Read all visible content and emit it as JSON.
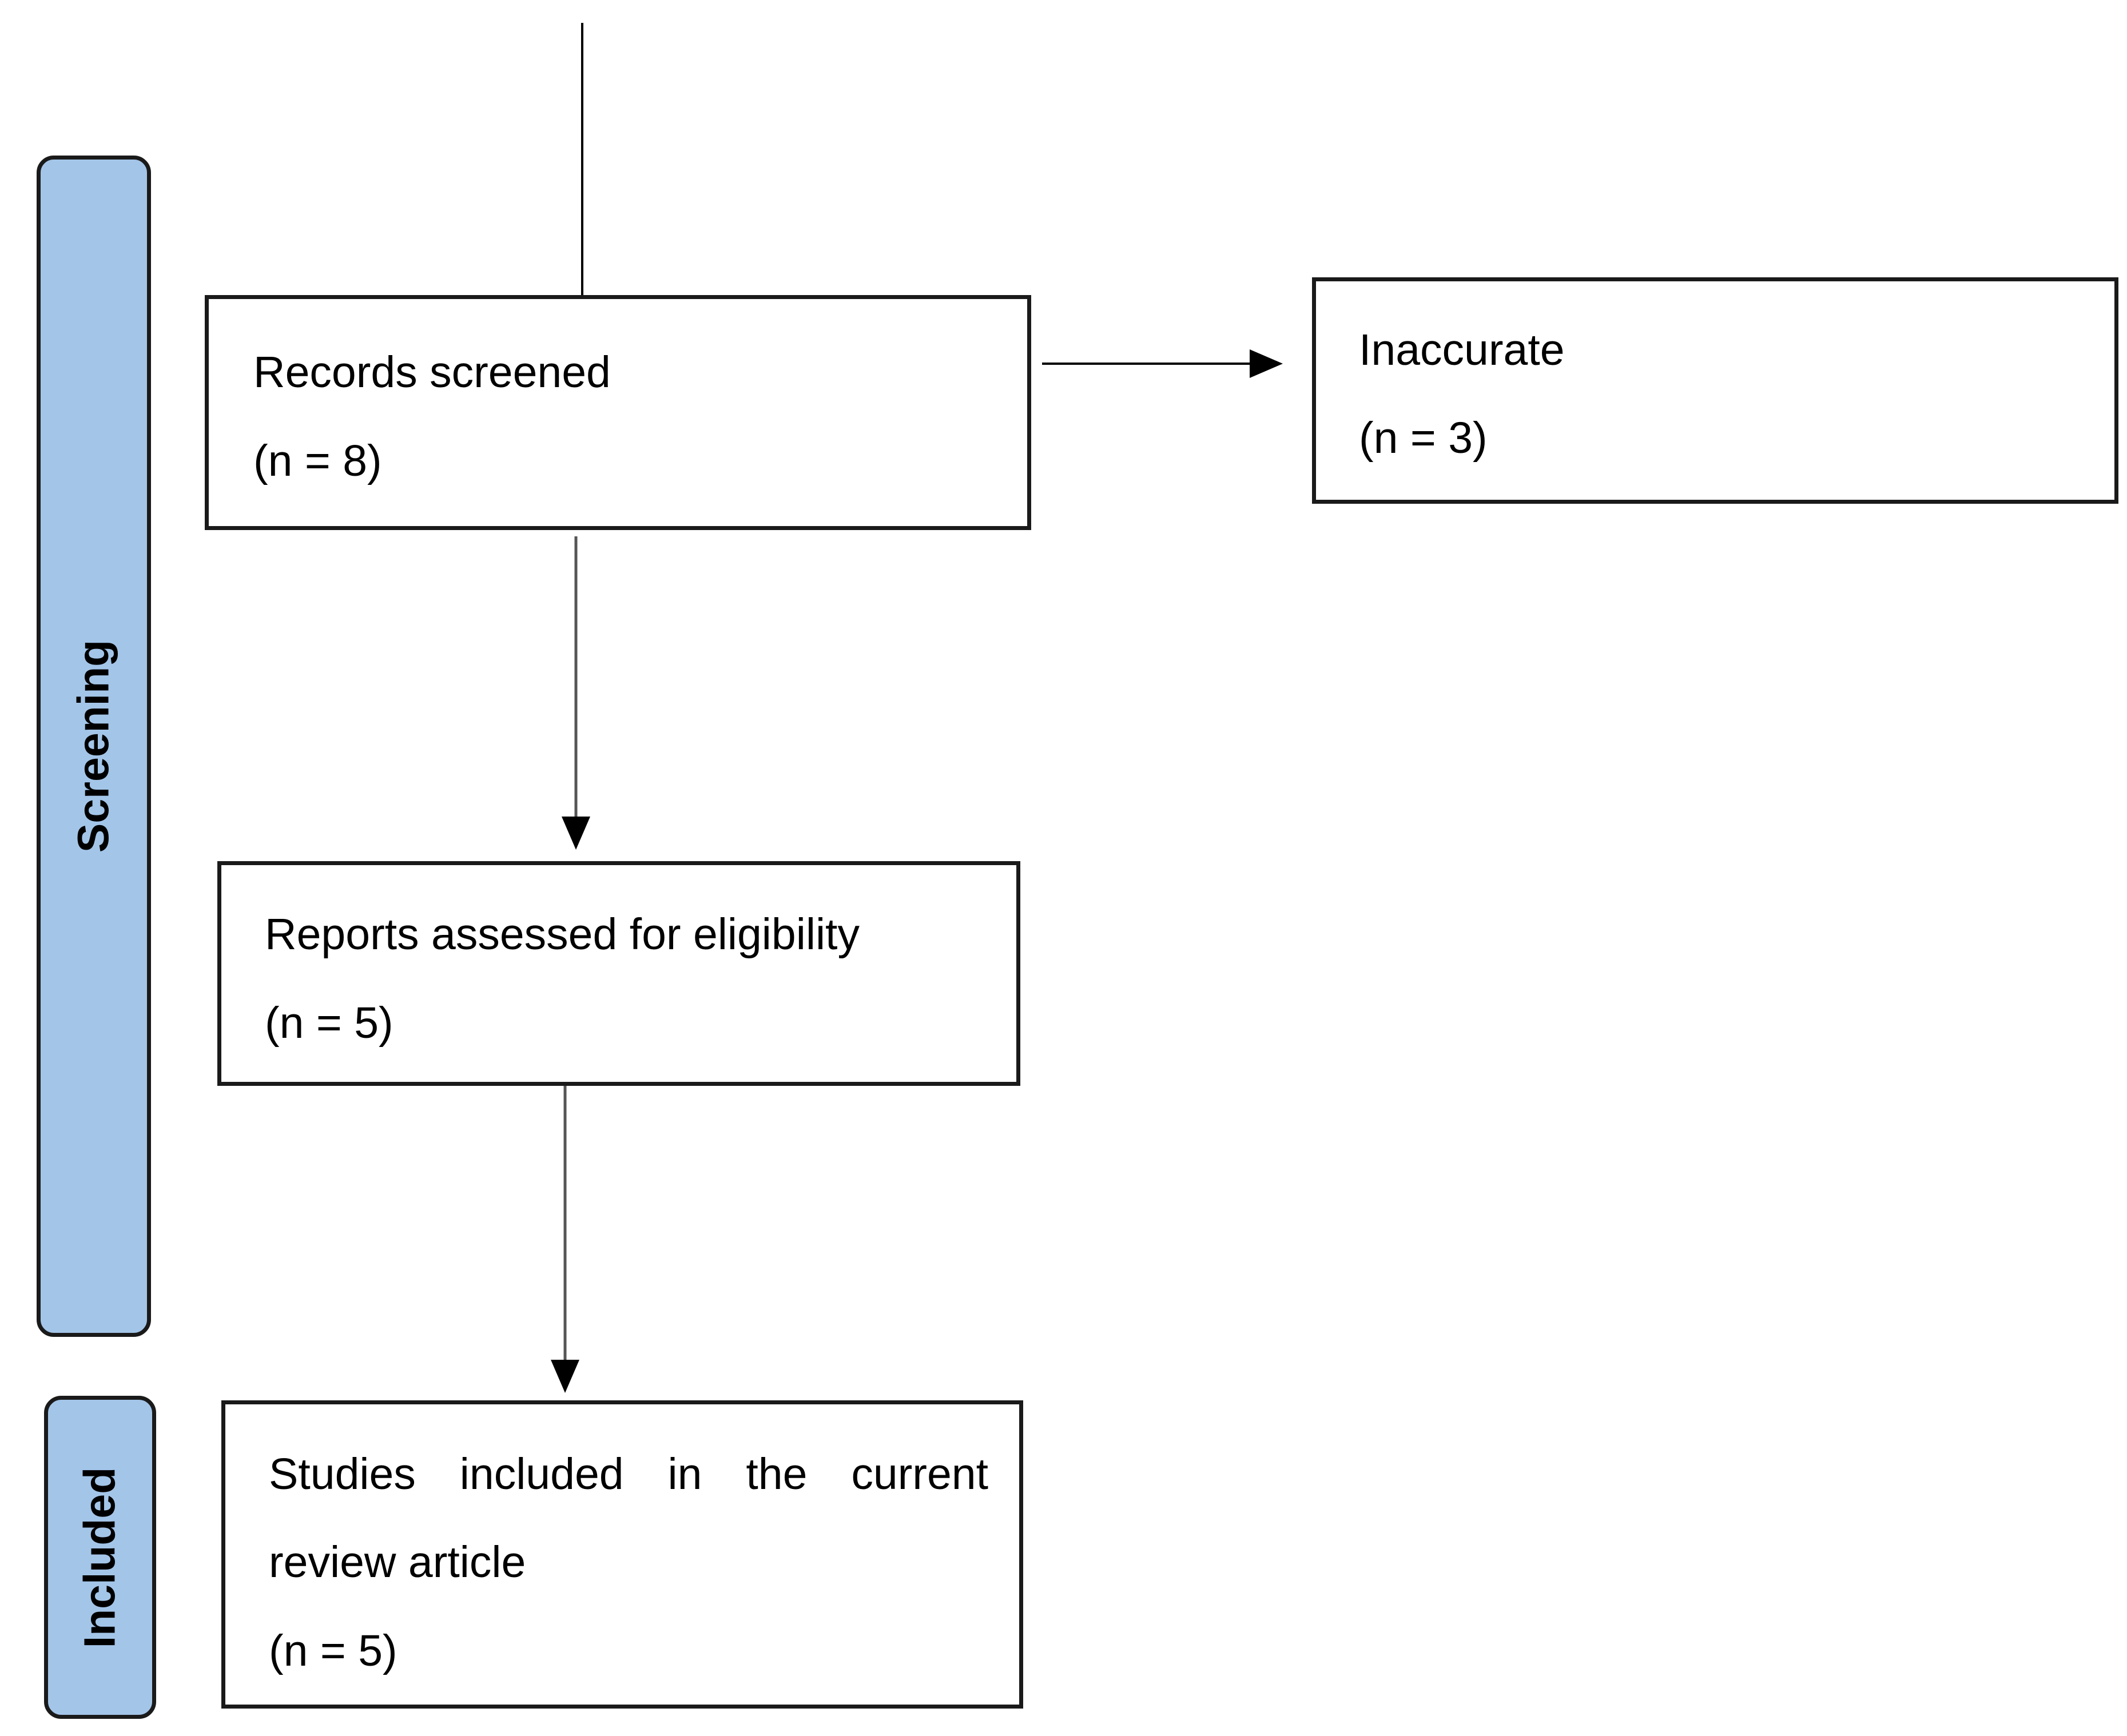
{
  "stages": {
    "screening": "Screening",
    "included": "Included"
  },
  "boxes": {
    "records_screened": {
      "title": "Records screened",
      "count": "(n = 8)"
    },
    "inaccurate": {
      "title": "Inaccurate",
      "count": "(n = 3)"
    },
    "reports_assessed": {
      "title": "Reports assessed for eligibility",
      "count": "(n = 5)"
    },
    "studies_included": {
      "line1": "Studies included in the current",
      "line2": "review article",
      "count": "(n = 5)"
    }
  },
  "colors": {
    "stage_fill": "#a3c5e8",
    "border": "#1a1a1a",
    "arrow_dark": "#000000",
    "arrow_gray": "#555555"
  }
}
